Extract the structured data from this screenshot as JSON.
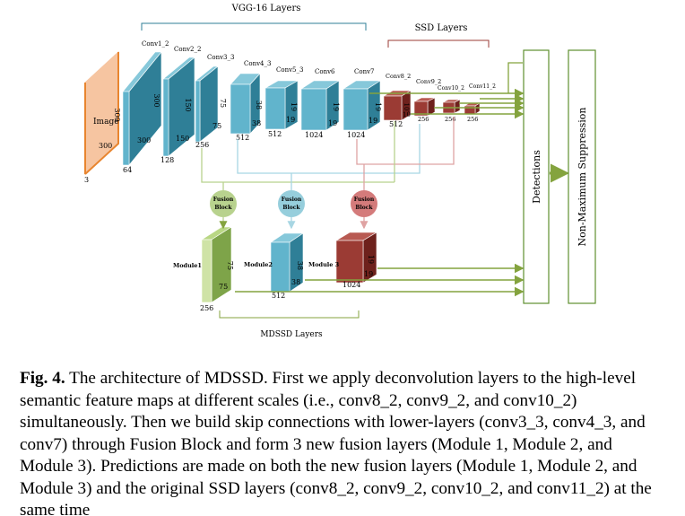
{
  "vgg_label": "VGG-16 Layers",
  "ssd_label": "SSD Layers",
  "mdssd_label": "MDSSD Layers",
  "image": {
    "title": "Image",
    "w": "300",
    "h": "300",
    "c": "3"
  },
  "layers": {
    "conv1_2": {
      "name": "Conv1_2",
      "h": "300",
      "w": "300",
      "c": "64"
    },
    "conv2_2": {
      "name": "Conv2_2",
      "h": "150",
      "w": "150",
      "c": "128"
    },
    "conv3_3": {
      "name": "Conv3_3",
      "h": "75",
      "w": "75",
      "c": "256"
    },
    "conv4_3": {
      "name": "Conv4_3",
      "h": "38",
      "w": "38",
      "c": "512"
    },
    "conv5_3": {
      "name": "Conv5_3",
      "h": "19",
      "w": "19",
      "c": "512"
    },
    "conv6": {
      "name": "Conv6",
      "h": "19",
      "w": "19",
      "c": "1024"
    },
    "conv7": {
      "name": "Conv7",
      "h": "19",
      "w": "19",
      "c": "1024"
    },
    "conv8_2": {
      "name": "Conv8_2",
      "h": "10",
      "w": "10",
      "c": "512"
    },
    "conv9_2": {
      "name": "Conv9_2",
      "c": "256"
    },
    "conv10_2": {
      "name": "Conv10_2",
      "c": "256"
    },
    "conv11_2": {
      "name": "Conv11_2",
      "c": "256"
    }
  },
  "fusion_label": "Fusion",
  "block_label": "Block",
  "modules": {
    "m1": {
      "name": "Module1",
      "h": "75",
      "w": "75",
      "c": "256"
    },
    "m2": {
      "name": "Module2",
      "h": "38",
      "w": "38",
      "c": "512"
    },
    "m3": {
      "name": "Module 3",
      "h": "19",
      "w": "19",
      "c": "1024"
    }
  },
  "detections_label": "Detections",
  "nms_label": "Non-Maximum Suppression",
  "caption": {
    "fig": "Fig. 4.",
    "text": "The architecture of MDSSD. First we apply deconvolution layers to the high-level semantic feature maps at different scales (i.e., conv8_2, conv9_2, and conv10_2) simultaneously. Then we build skip connections with lower-layers (conv3_3, conv4_3, and conv7) through Fusion Block and form 3 new fusion layers (Module 1, Module 2, and Module 3). Predictions are made on both the new fusion layers (Module 1, Module 2, and Module 3) and the original SSD layers (conv8_2, conv9_2, conv10_2, and conv11_2) at the same time"
  },
  "colors": {
    "image_fill": "#f6c5a1",
    "image_edge": "#e8852f",
    "vgg_front": "#61b4cc",
    "vgg_side": "#2f7f97",
    "vgg_top": "#86c8da",
    "ssd_front": "#9b3b34",
    "ssd_side": "#6e211c",
    "ssd_top": "#b85a52",
    "mod1_front": "#cfe3a6",
    "mod1_side": "#7ea449",
    "mod1_top": "#b9d784",
    "green_line": "#84a33e",
    "blue_line": "#a8d6e3",
    "pink_line": "#dfa3a3",
    "fusion_green": "#b8d28e",
    "fusion_blue": "#96cedc",
    "fusion_red": "#d47b7b"
  }
}
